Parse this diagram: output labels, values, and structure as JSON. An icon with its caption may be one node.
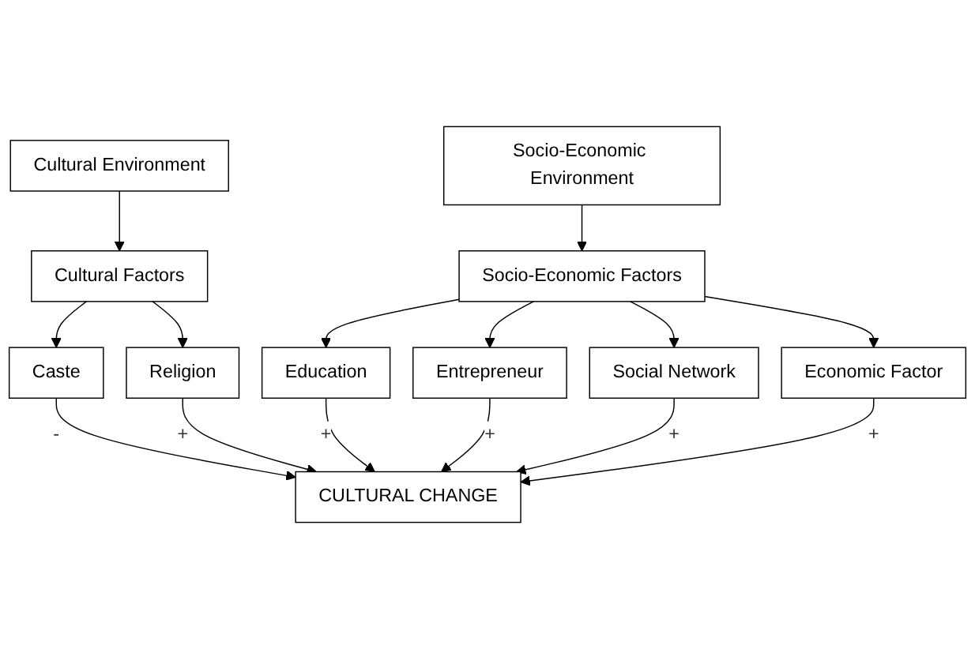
{
  "diagram": {
    "nodes": [
      {
        "text": [
          "Cultural Environment"
        ]
      },
      {
        "text": [
          "Socio-Economic Environment"
        ]
      },
      {
        "text": [
          "Cultural Factors"
        ]
      },
      {
        "text": [
          "Socio-Economic Factors"
        ]
      },
      {
        "text": [
          "Caste"
        ]
      },
      {
        "text": [
          "Religion"
        ]
      },
      {
        "text": [
          "Education"
        ]
      },
      {
        "text": [
          "Entrepreneur"
        ]
      },
      {
        "text": [
          "Social Network"
        ]
      },
      {
        "text": [
          "Economic Factor"
        ]
      },
      {
        "text": [
          "CULTURAL CHANGE"
        ]
      }
    ],
    "edges": [
      {
        "from": 0,
        "to": 2,
        "arrow": "to"
      },
      {
        "from": 1,
        "to": 3,
        "arrow": "to"
      },
      {
        "from": 2,
        "to": 4,
        "arrow": "to"
      },
      {
        "from": 2,
        "to": 5,
        "arrow": "to"
      },
      {
        "from": 3,
        "to": 6,
        "arrow": "to"
      },
      {
        "from": 3,
        "to": 7,
        "arrow": "to"
      },
      {
        "from": 3,
        "to": 8,
        "arrow": "to"
      },
      {
        "from": 3,
        "to": 9,
        "arrow": "to"
      },
      {
        "from": 4,
        "to": 10,
        "arrow": "to",
        "label": "-"
      },
      {
        "from": 5,
        "to": 10,
        "arrow": "to",
        "label": "+"
      },
      {
        "from": 6,
        "to": 10,
        "arrow": "to",
        "label": "+"
      },
      {
        "from": 7,
        "to": 10,
        "arrow": "to",
        "label": "+"
      },
      {
        "from": 8,
        "to": 10,
        "arrow": "to",
        "label": "+"
      },
      {
        "from": 9,
        "to": 10,
        "arrow": "to",
        "label": "+"
      }
    ]
  }
}
